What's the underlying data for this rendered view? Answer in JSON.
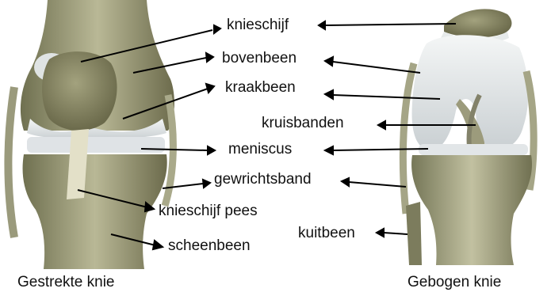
{
  "labels": {
    "knieschijf": "knieschijf",
    "bovenbeen": "bovenbeen",
    "kraakbeen": "kraakbeen",
    "kruisbanden": "kruisbanden",
    "meniscus": "meniscus",
    "gewrichtsband": "gewrichtsband",
    "knieschijf_pees": "knieschijf pees",
    "scheenbeen": "scheenbeen",
    "kuitbeen": "kuitbeen"
  },
  "captions": {
    "left": "Gestrekte knie",
    "right": "Gebogen knie"
  }
}
